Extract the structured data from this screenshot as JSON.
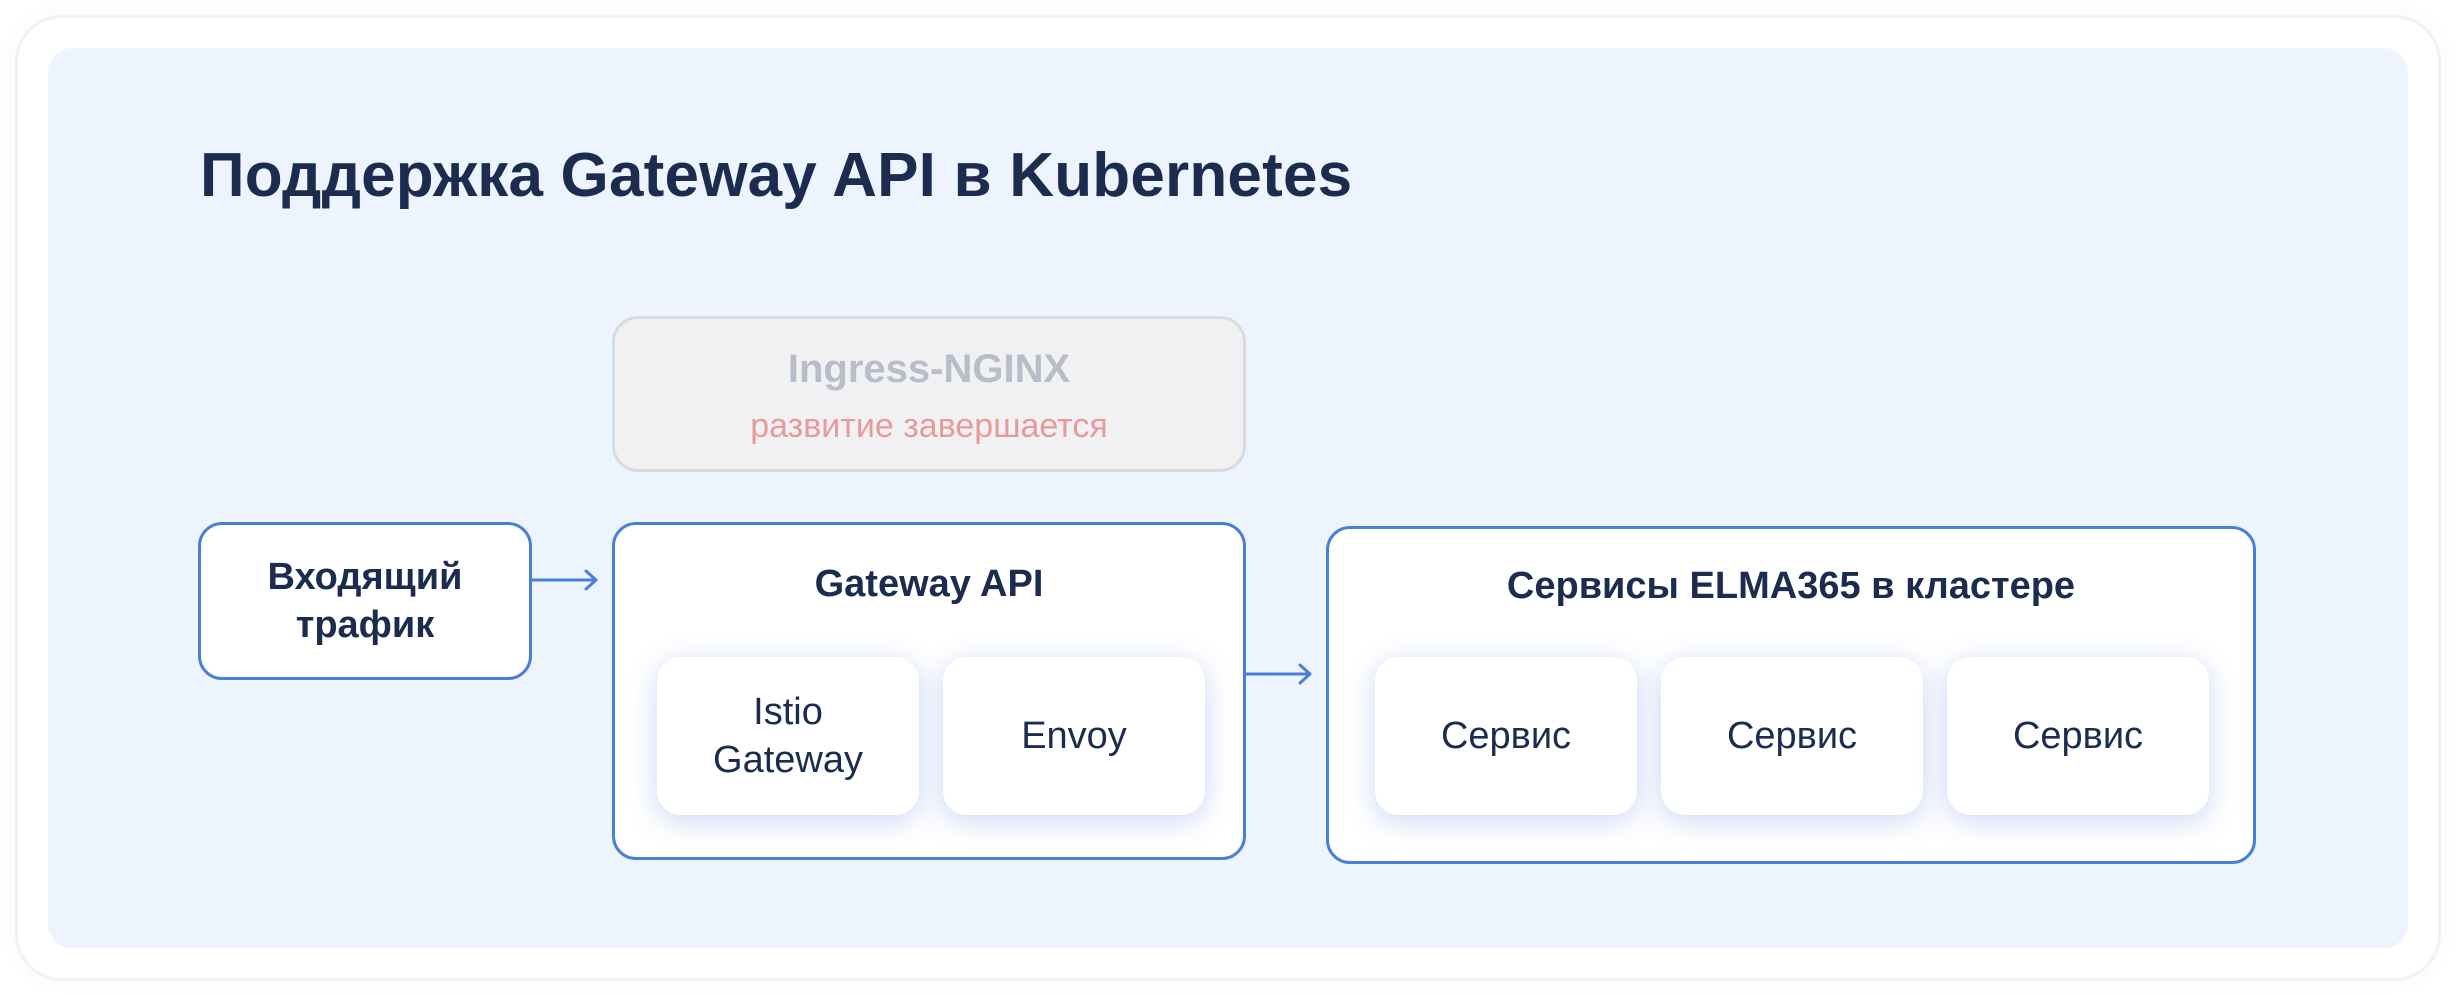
{
  "title": "Поддержка Gateway API в Kubernetes",
  "ingress": {
    "name": "Ingress-NGINX",
    "note": "развитие завершается"
  },
  "incoming": {
    "line1": "Входящий",
    "line2": "трафик"
  },
  "gateway": {
    "label": "Gateway API",
    "components": [
      {
        "line1": "Istio",
        "line2": "Gateway"
      },
      {
        "line1": "Envoy"
      }
    ]
  },
  "services": {
    "label": "Сервисы ELMA365 в кластере",
    "items": [
      "Сервис",
      "Сервис",
      "Сервис"
    ]
  },
  "colors": {
    "accent": "#4a7fd6",
    "title": "#1b2c4f",
    "panel_bg": "#eef4fd",
    "deprecated_text": "#b7bec9",
    "deprecated_note": "#e69b9b"
  }
}
